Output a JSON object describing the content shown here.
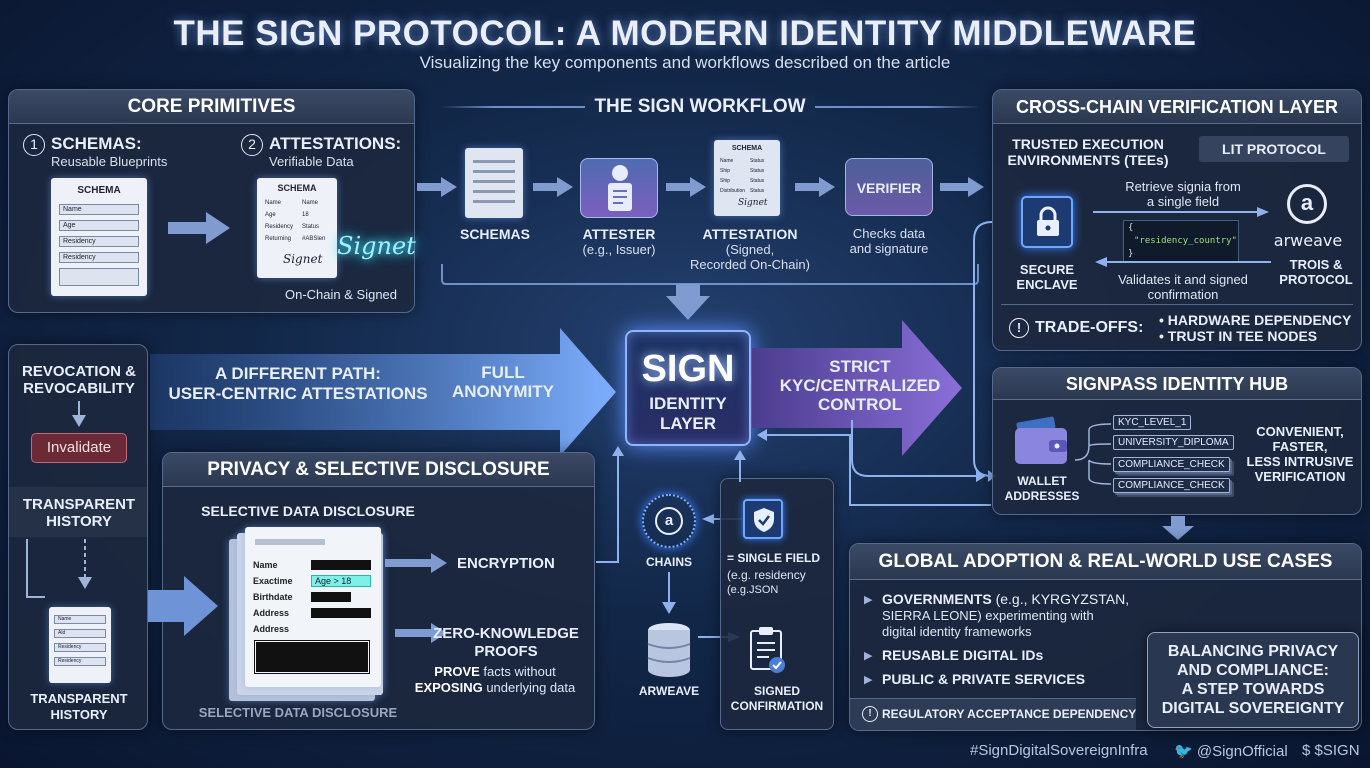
{
  "title": "THE SIGN PROTOCOL: A MODERN IDENTITY MIDDLEWARE",
  "subtitle": "Visualizing the key components and workflows described on the article",
  "core": {
    "header": "CORE PRIMITIVES",
    "schemas_num": "1",
    "schemas_title": "SCHEMAS:",
    "schemas_sub": "Reusable Blueprints",
    "schema_doc_title": "SCHEMA",
    "schema_rows": [
      "Name",
      "Age",
      "Residency",
      "Residency"
    ],
    "attest_num": "2",
    "attest_title": "ATTESTATIONS:",
    "attest_sub": "Verifiable Data",
    "attest_doc_title": "SCHEMA",
    "attest_rows": [
      [
        "Name",
        "Name"
      ],
      [
        "Age",
        "18"
      ],
      [
        "Residency",
        "Status"
      ],
      [
        "Returning",
        "#ABSlen"
      ]
    ],
    "signature": "Signet",
    "signature_glow": "Signet",
    "footer": "On-Chain & Signed"
  },
  "workflow": {
    "header": "THE SIGN WORKFLOW",
    "schemas_label": "SCHEMAS",
    "attester_label": "ATTESTER",
    "attester_sub": "(e.g., Issuer)",
    "attestation_doc_title": "SCHEMA",
    "attestation_rows": [
      [
        "Name",
        "Status"
      ],
      [
        "Ship",
        "Status"
      ],
      [
        "Ship",
        "Status"
      ],
      [
        "Distribution",
        "Status"
      ]
    ],
    "attestation_signature": "Signet",
    "attestation_label": "ATTESTATION",
    "attestation_sub1": "(Signed,",
    "attestation_sub2": "Recorded On-Chain)",
    "verifier_label": "VERIFIER",
    "verifier_sub1": "Checks data",
    "verifier_sub2": "and signature"
  },
  "crosschain": {
    "header": "CROSS-CHAIN VERIFICATION LAYER",
    "tee_line1": "TRUSTED EXECUTION",
    "tee_line2": "ENVIRONMENTS (TEEs)",
    "lit": "LIT PROTOCOL",
    "retrieve1": "Retrieve signia from",
    "retrieve2": "a single field",
    "code_brace_open": "{",
    "code_value": "\"residency_country\"",
    "code_brace_close": "}",
    "arweave_logo": "a",
    "arweave_text": "arweave",
    "enclave1": "SECURE",
    "enclave2": "ENCLAVE",
    "validates1": "Validates it and signed",
    "validates2": "confirmation",
    "trois1": "TROIS &",
    "trois2": "PROTOCOL",
    "tradeoffs_icon": "!",
    "tradeoffs": "TRADE-OFFS:",
    "tradeoff_items": [
      "HARDWARE DEPENDENCY",
      "TRUST IN TEE NODES"
    ]
  },
  "revocation": {
    "title1": "REVOCATION &",
    "title2": "REVOCABILITY",
    "invalidate": "Invalidate",
    "history1": "TRANSPARENT",
    "history2": "HISTORY",
    "doc_rows": [
      "Name",
      "Ald",
      "Residency",
      "Residency"
    ],
    "footer1": "TRANSPARENT",
    "footer2": "HISTORY"
  },
  "center": {
    "path1": "A DIFFERENT PATH:",
    "path2": "USER-CENTRIC ATTESTATIONS",
    "anon1": "FULL",
    "anon2": "ANONYMITY",
    "sign": "SIGN",
    "identity": "IDENTITY",
    "layer": "LAYER",
    "strict1": "STRICT",
    "strict2": "KYC/CENTRALIZED",
    "strict3": "CONTROL"
  },
  "privacy": {
    "header": "PRIVACY & SELECTIVE DISCLOSURE",
    "sub": "SELECTIVE DATA DISCLOSURE",
    "rows": [
      "Name",
      "Exactime",
      "Birthdate",
      "Address",
      "Address"
    ],
    "age_chip": "Age > 18",
    "encryption": "ENCRYPTION",
    "zk1": "ZERO-KNOWLEDGE",
    "zk2": "PROOFS",
    "prove_b": "PROVE",
    "prove_rest": " facts without",
    "exposing_b": "EXPOSING",
    "exposing_rest": " underlying data",
    "footer": "SELECTIVE DATA DISCLOSURE"
  },
  "chains": {
    "chains_logo": "a",
    "chains_label": "CHAINS",
    "arweave_label": "ARWEAVE",
    "single1": "= SINGLE FIELD",
    "single2": "(e.g. residency",
    "single3": "(e.g.JSON",
    "signed1": "SIGNED",
    "signed2": "CONFIRMATION"
  },
  "signpass": {
    "header": "SIGNPASS IDENTITY HUB",
    "wallet1": "WALLET",
    "wallet2": "ADDRESSES",
    "chips": [
      "KYC_LEVEL_1",
      "UNIVERSITY_DIPLOMA",
      "COMPLIANCE_CHECK",
      "COMPLIANCE_CHECK"
    ],
    "benefit1": "CONVENIENT,",
    "benefit2": "FASTER,",
    "benefit3": "LESS INTRUSIVE",
    "benefit4": "VERIFICATION"
  },
  "adoption": {
    "header": "GLOBAL ADOPTION & REAL-WORLD USE CASES",
    "gov_b": "GOVERNMENTS",
    "gov_rest": " (e.g., KYRGYZSTAN,",
    "gov2": "SIERRA LEONE) experimenting with",
    "gov3": "digital identity frameworks",
    "reusable": "REUSABLE DIGITAL IDs",
    "services": "PUBLIC & PRIVATE SERVICES",
    "regulatory_icon": "!",
    "regulatory": "REGULATORY ACCEPTANCE DEPENDENCY"
  },
  "balance": {
    "l1": "BALANCING PRIVACY",
    "l2": "AND COMPLIANCE:",
    "l3": "A STEP TOWARDS",
    "l4": "DIGITAL SOVEREIGNTY"
  },
  "footer": {
    "hashtag": "#SignDigitalSovereignInfra",
    "twitter": "@SignOfficial",
    "ticker": "$SIGN"
  }
}
